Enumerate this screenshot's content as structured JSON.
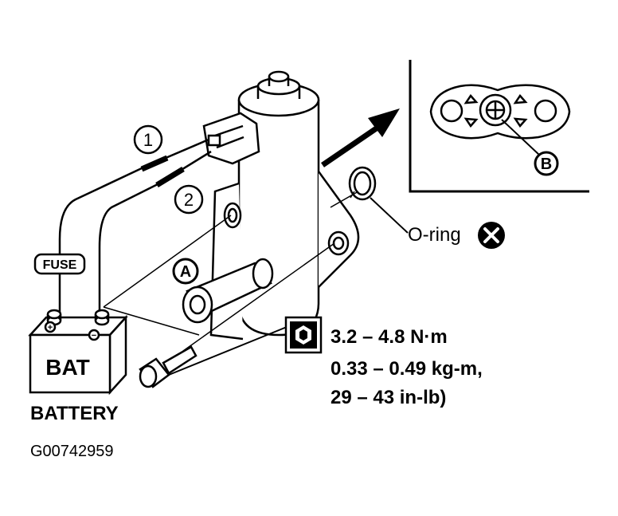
{
  "callouts": {
    "one": "1",
    "two": "2",
    "a": "A",
    "b": "B"
  },
  "labels": {
    "fuse": "FUSE",
    "bat": "BAT",
    "battery": "BATTERY",
    "plus": "+",
    "minus": "−",
    "o_ring": "O-ring",
    "figure_id": "G00742959"
  },
  "torque": {
    "line1": "3.2 – 4.8 N·m",
    "line2": "0.33 – 0.49 kg-m,",
    "line3": "29 – 43 in-lb)"
  },
  "icons": {
    "torque": "torque-wrench-icon",
    "do_not_reuse": "x-circle-icon"
  },
  "colors": {
    "ink": "#000000",
    "paper": "#ffffff"
  }
}
